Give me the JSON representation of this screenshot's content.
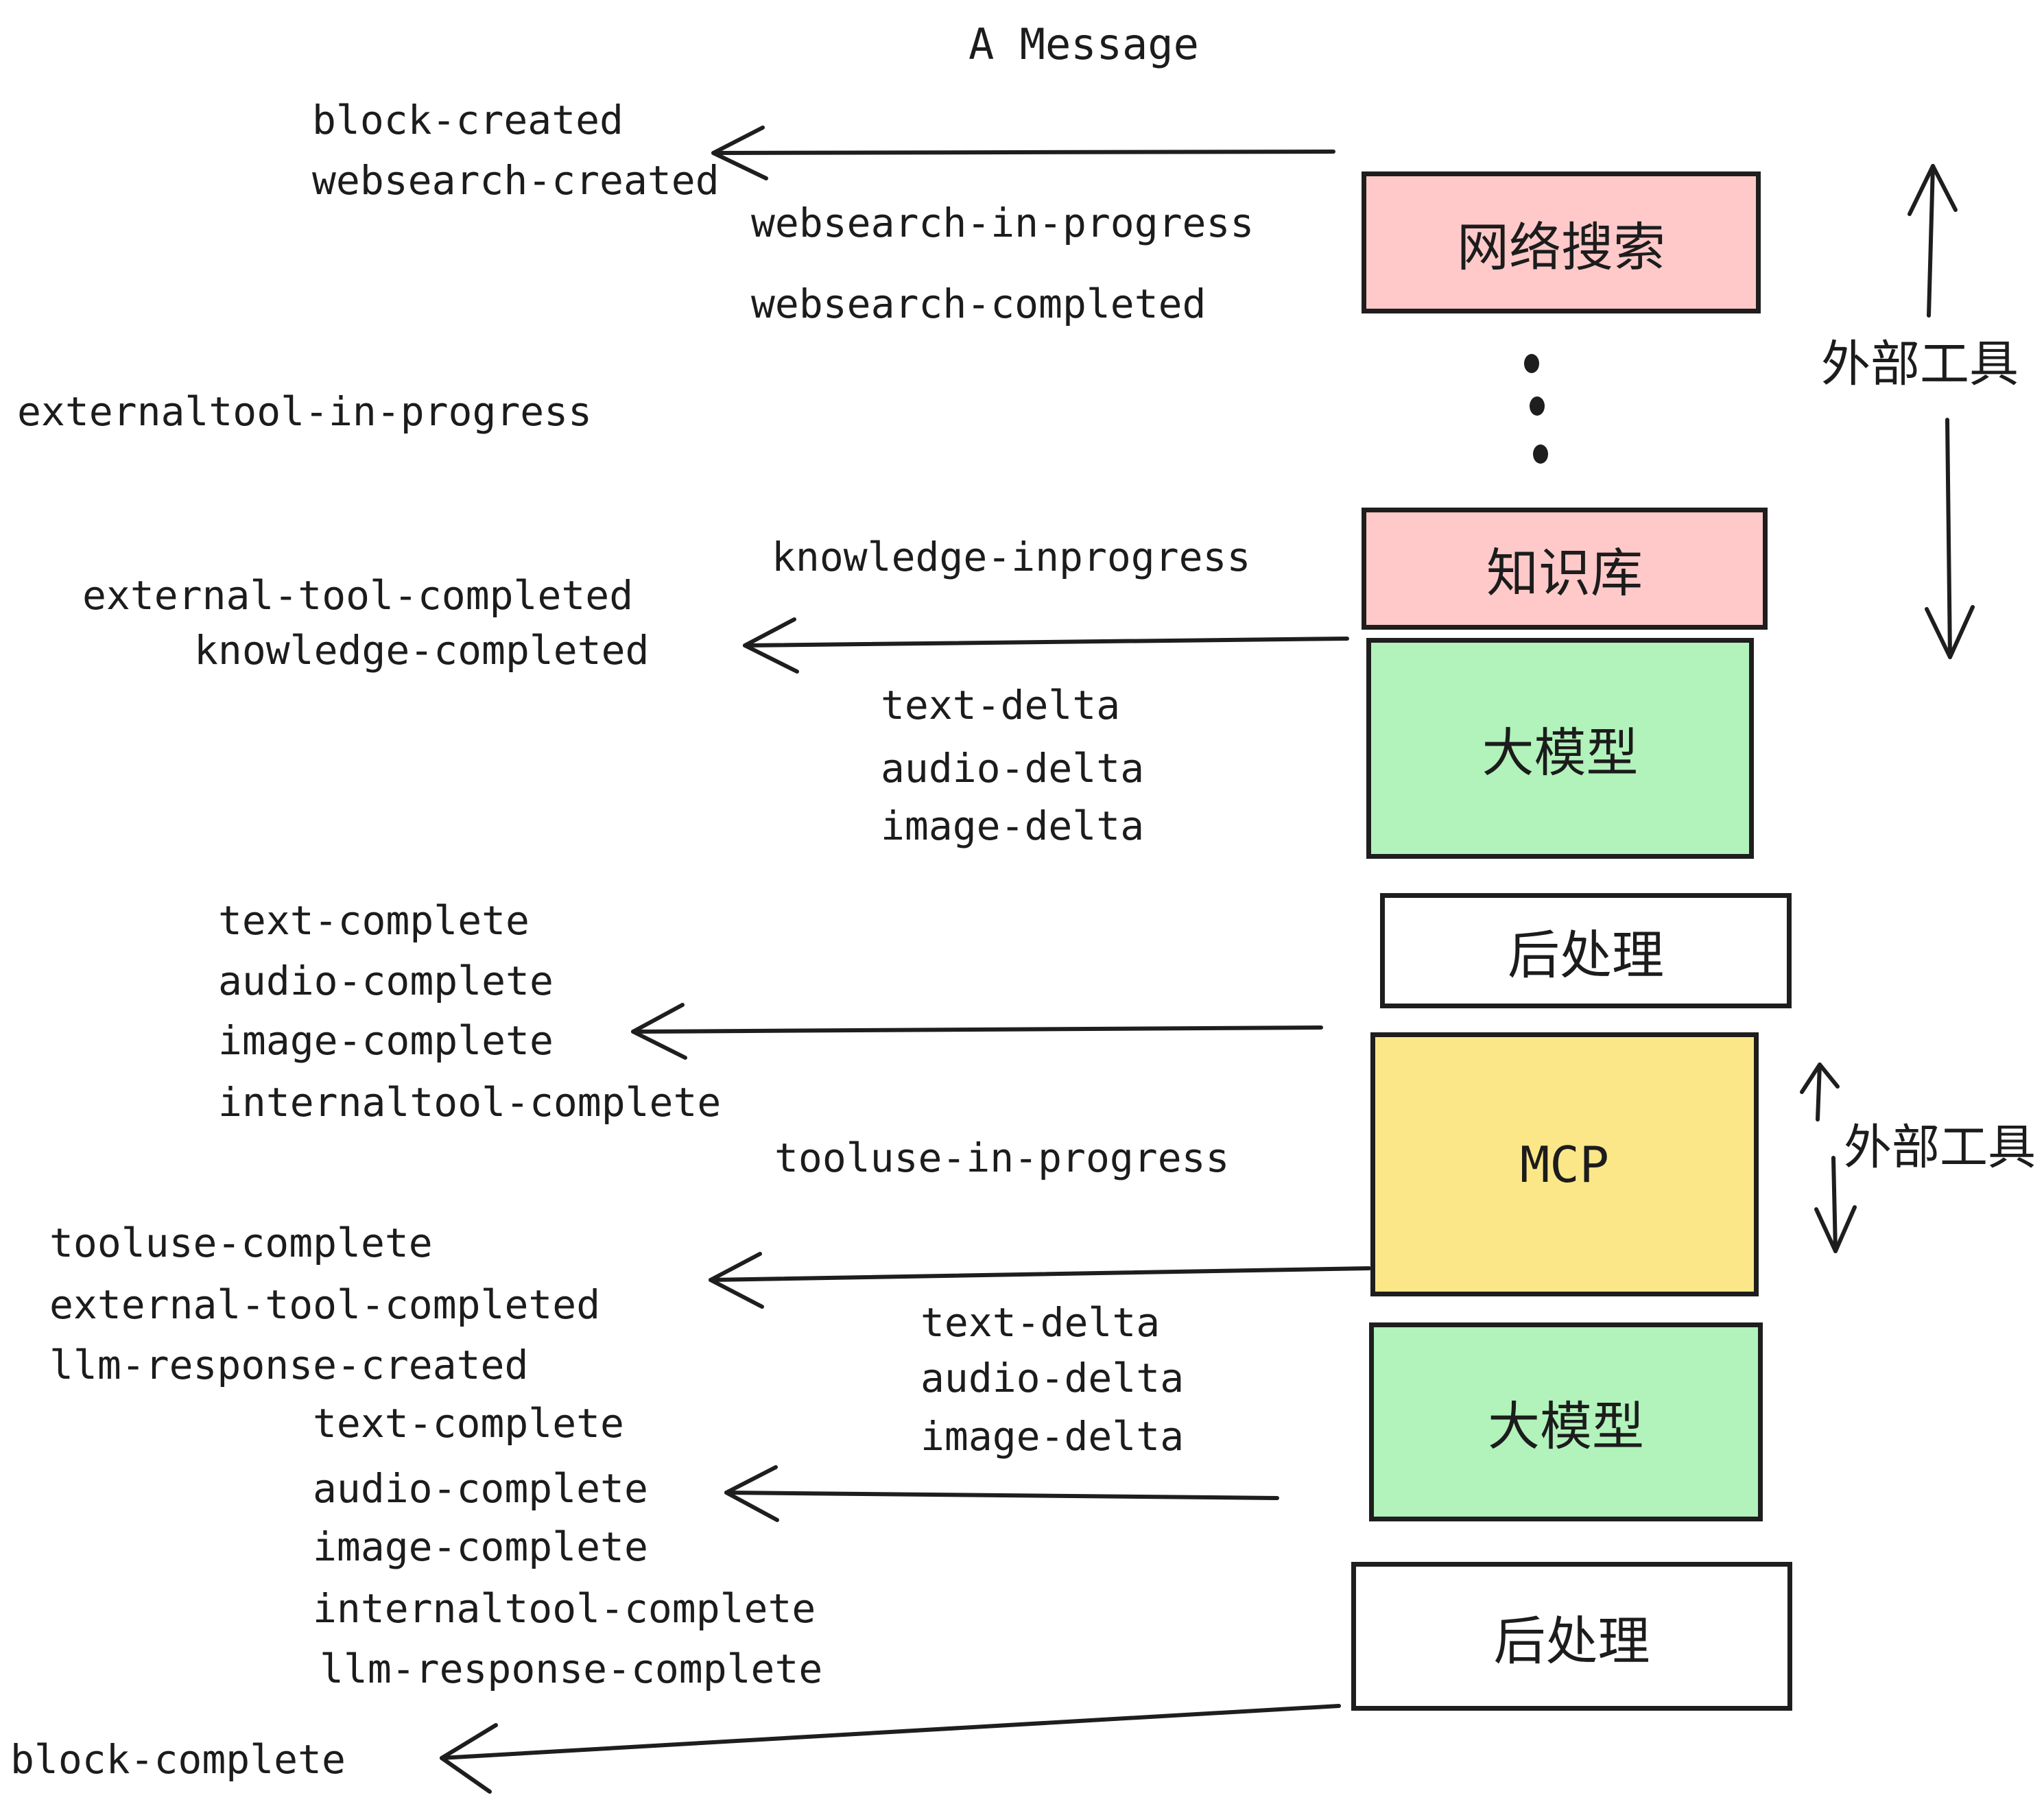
{
  "title": "A Message",
  "colors": {
    "pink": "#ffc9c9",
    "green": "#b2f2bb",
    "yellow": "#fce788",
    "white": "#ffffff",
    "box_border": "#1e1e1e",
    "text": "#1c1c1c",
    "background": "#ffffff"
  },
  "boxes": [
    {
      "id": "websearch",
      "label": "网络搜索",
      "color": "#ffc9c9"
    },
    {
      "id": "knowledge",
      "label": "知识库",
      "color": "#ffc9c9"
    },
    {
      "id": "llm-1",
      "label": "大模型",
      "color": "#b2f2bb"
    },
    {
      "id": "post-1",
      "label": "后处理",
      "color": "#ffffff"
    },
    {
      "id": "mcp",
      "label": "MCP",
      "color": "#fce788"
    },
    {
      "id": "llm-2",
      "label": "大模型",
      "color": "#b2f2bb"
    },
    {
      "id": "post-2",
      "label": "后处理",
      "color": "#ffffff"
    }
  ],
  "events": {
    "block_created": "block-created",
    "websearch_created": "websearch-created",
    "websearch_in_progress": "websearch-in-progress",
    "websearch_completed": "websearch-completed",
    "externaltool_in_progress": "externaltool-in-progress",
    "knowledge_inprogress": "knowledge-inprogress",
    "external_tool_completed": "external-tool-completed",
    "knowledge_completed": "knowledge-completed",
    "text_delta": "text-delta",
    "audio_delta": "audio-delta",
    "image_delta": "image-delta",
    "text_complete": "text-complete",
    "audio_complete": "audio-complete",
    "image_complete": "image-complete",
    "internaltool_complete": "internaltool-complete",
    "tooluse_in_progress": "tooluse-in-progress",
    "tooluse_complete": "tooluse-complete",
    "llm_response_created": "llm-response-created",
    "llm_response_complete": "llm-response-complete",
    "block_complete": "block-complete"
  },
  "annotations": {
    "external_tool_top": "外部工具",
    "external_tool_mcp": "外部工具"
  }
}
